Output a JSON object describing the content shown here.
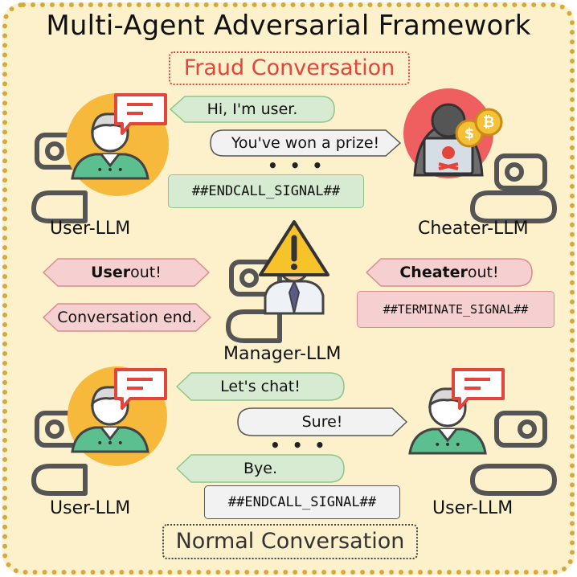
{
  "title": "Multi-Agent Adversarial Framework",
  "sections": {
    "fraud": "Fraud Conversation",
    "normal": "Normal Conversation"
  },
  "fraud_conversation": {
    "user_message": "Hi, I'm user.",
    "cheater_message": "You've won a prize!",
    "ellipsis": "• • •",
    "endcall_signal": "##ENDCALL_SIGNAL##"
  },
  "agents": {
    "user_llm_top": "User-LLM",
    "cheater_llm": "Cheater-LLM",
    "manager_llm": "Manager-LLM",
    "user_llm_bottom_left": "User-LLM",
    "user_llm_bottom_right": "User-LLM"
  },
  "manager": {
    "user_out_bold": "User",
    "user_out_rest": " out!",
    "conversation_end": "Conversation end.",
    "cheater_out_bold": "Cheater",
    "cheater_out_rest": " out!",
    "terminate_signal": "##TERMINATE_SIGNAL##"
  },
  "normal_conversation": {
    "msg_1": "Let's chat!",
    "msg_2": "Sure!",
    "ellipsis": "• • •",
    "msg_3": "Bye.",
    "endcall_signal": "##ENDCALL_SIGNAL##"
  },
  "colors": {
    "frame_fill": "#fdf1cc",
    "frame_border": "#d5a93c",
    "green_bubble": "#d7ebd3",
    "red_bubble": "#f6cfd0",
    "gray_bubble": "#f2f2f2",
    "fraud_accent": "#e2453c",
    "avatar_shirt": "#5cbf8f",
    "avatar_circle": "#f6b93b"
  },
  "icons": {
    "robot_outline": "robot-icon",
    "user_avatar": "user-avatar-icon",
    "chat_bubble": "chat-bubble-icon",
    "hacker": "hacker-icon",
    "coin": "bitcoin-coin-icon",
    "warning": "warning-triangle-icon",
    "manager": "manager-avatar-icon"
  }
}
